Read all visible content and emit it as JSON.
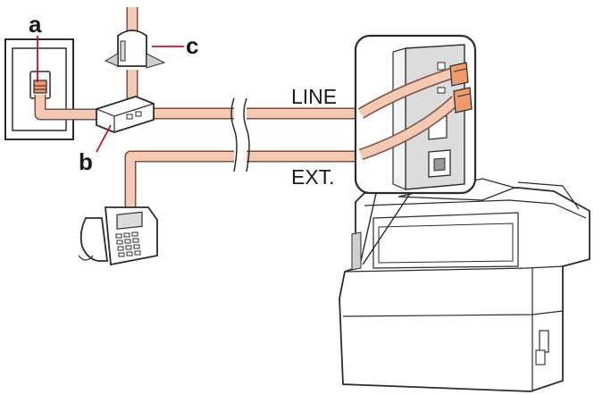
{
  "labels": {
    "a": "a",
    "b": "b",
    "c": "c",
    "line": "LINE",
    "ext": "EXT."
  },
  "colors": {
    "cable_fill": "#f3c9b3",
    "cable_stroke": "#7a4f3e",
    "plug": "#ee9a6a",
    "callout_line": "#c8102e",
    "device_stroke": "#2b2b2b",
    "panel_gray": "#dcdcdc"
  },
  "icons": [
    "wall-jack-icon",
    "splitter-icon",
    "dsl-modem-icon",
    "telephone-icon",
    "printer-icon"
  ]
}
